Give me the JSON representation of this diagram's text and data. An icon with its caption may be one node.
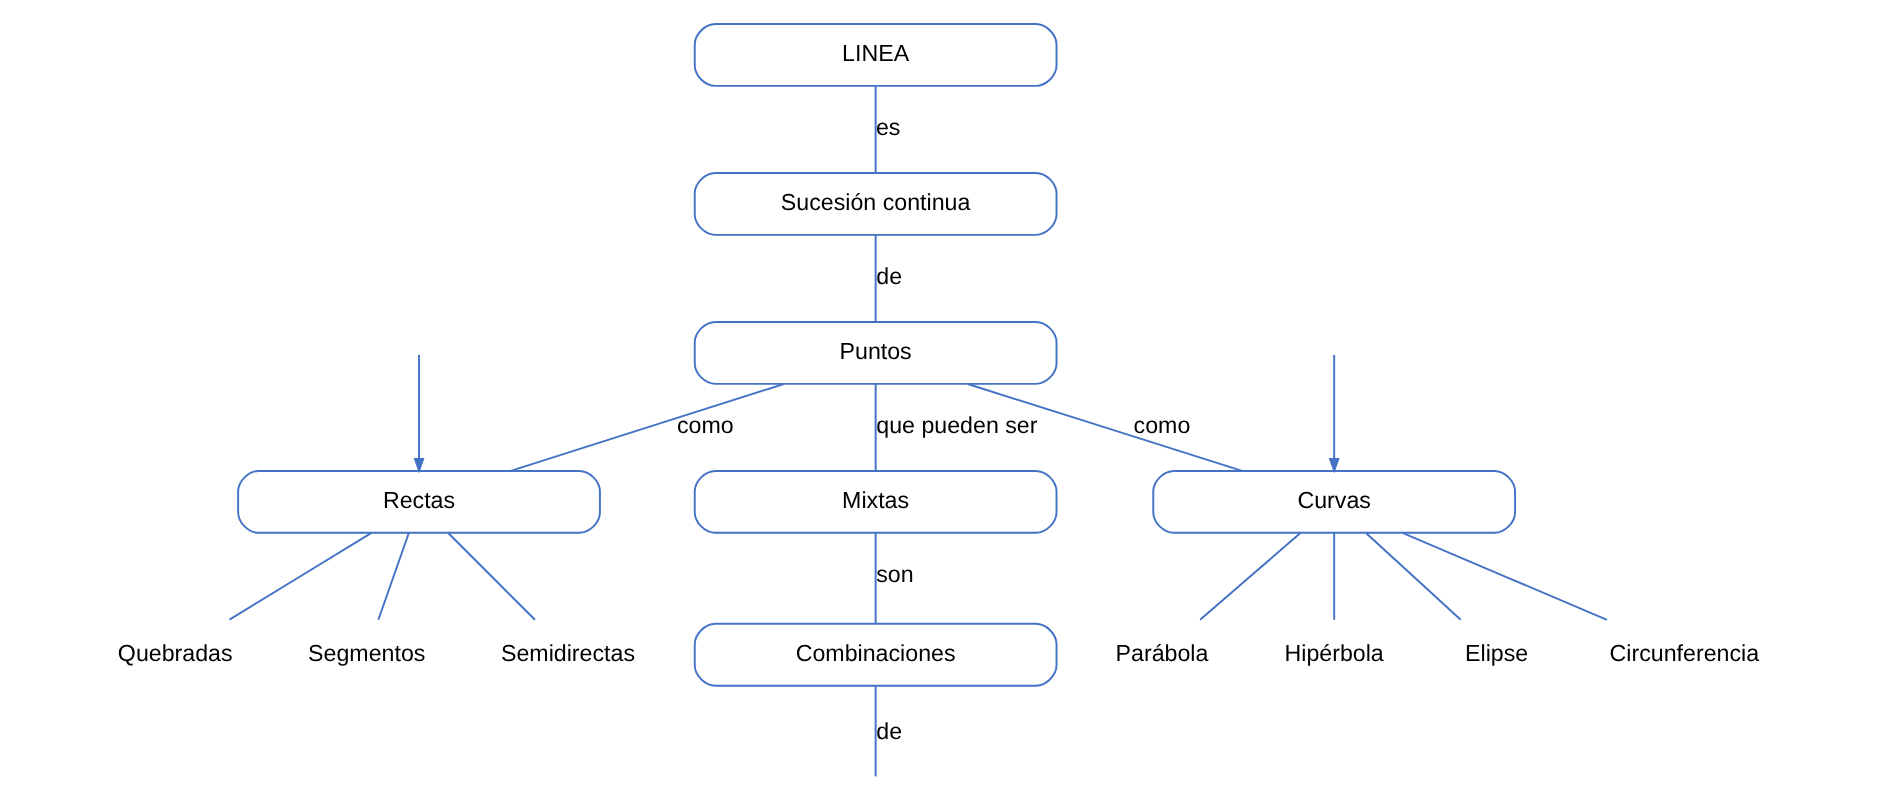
{
  "diagram": {
    "nodes": [
      {
        "text": [
          "LINEA"
        ]
      },
      {
        "text": [
          "Sucesión continua"
        ]
      },
      {
        "text": [
          "Puntos"
        ]
      },
      {
        "text": [
          "Rectas"
        ]
      },
      {
        "text": [
          "Mixtas"
        ]
      },
      {
        "text": [
          "Curvas"
        ]
      },
      {
        "text": [
          "Combinaciones"
        ]
      },
      {
        "text": [
          "Segmentos"
        ]
      },
      {
        "text": [
          "Semidirectas"
        ]
      },
      {
        "text": [
          "Quebradas"
        ]
      },
      {
        "text": [
          "Parábola"
        ]
      },
      {
        "text": [
          "Hipérbola"
        ]
      },
      {
        "text": [
          "Elipse"
        ]
      },
      {
        "text": [
          "Circunferencia"
        ]
      }
    ],
    "edges": [
      {
        "from": 0,
        "to": 1,
        "arrow": "none",
        "label": "es"
      },
      {
        "from": 1,
        "to": 2,
        "arrow": "none",
        "label": "de"
      },
      {
        "from": 2,
        "to": 3,
        "arrow": "none",
        "label": "como"
      },
      {
        "from": 2,
        "to": 4,
        "arrow": "none",
        "label": "que pueden ser"
      },
      {
        "from": 2,
        "to": 5,
        "arrow": "none",
        "label": "como"
      },
      {
        "from": 4,
        "to": 6,
        "arrow": "none",
        "label": "son"
      },
      {
        "from": 6,
        "to": null,
        "arrow": "none",
        "label": "de"
      },
      {
        "from": 3,
        "to": 7,
        "arrow": "none"
      },
      {
        "from": 3,
        "to": 8,
        "arrow": "none"
      },
      {
        "from": 3,
        "to": 9,
        "arrow": "none"
      },
      {
        "from": 5,
        "to": 10,
        "arrow": "none"
      },
      {
        "from": 5,
        "to": 11,
        "arrow": "none"
      },
      {
        "from": 5,
        "to": 12,
        "arrow": "none"
      },
      {
        "from": 5,
        "to": 13,
        "arrow": "none"
      },
      {
        "from": null,
        "to": 3,
        "arrow": "to"
      },
      {
        "from": null,
        "to": 5,
        "arrow": "to"
      }
    ]
  }
}
